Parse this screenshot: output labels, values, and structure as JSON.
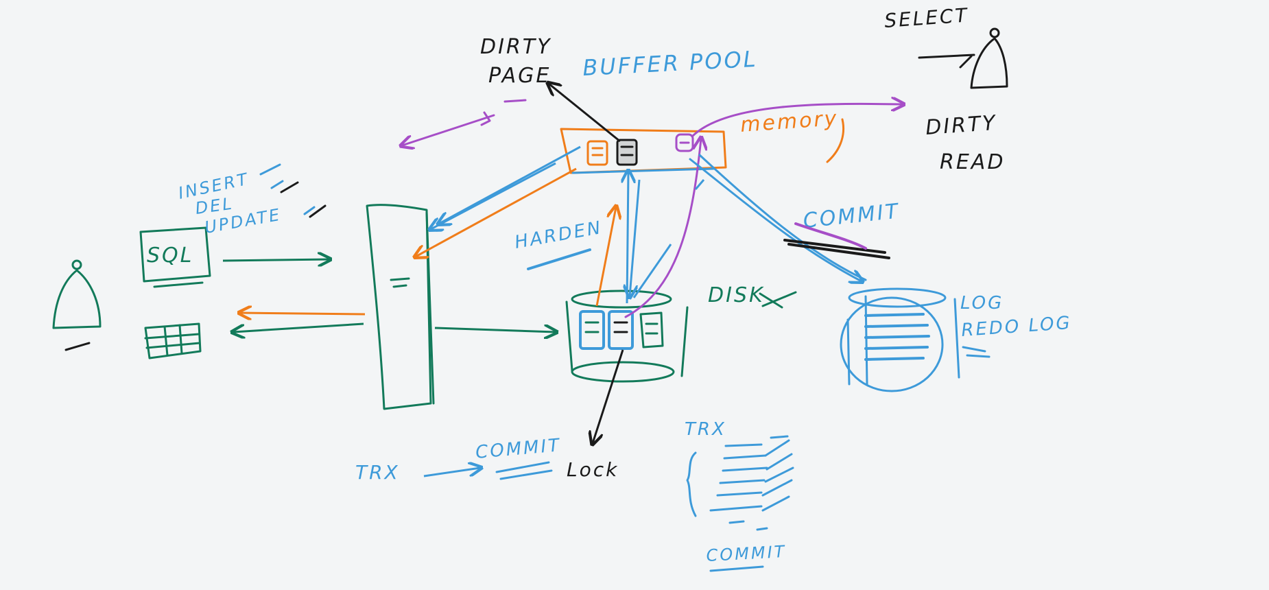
{
  "colors": {
    "background": "#f3f5f6",
    "green": "#127a5a",
    "blue": "#3d9ad9",
    "orange": "#f07d1a",
    "purple": "#a64ec7",
    "black": "#1a1a1a"
  },
  "labels": {
    "dirty_page_line1": "DIRTY",
    "dirty_page_line2": "PAGE",
    "buffer_pool": "BUFFER POOL",
    "memory": "memory",
    "select": "SELECT",
    "dirty_read_line1": "DIRTY",
    "dirty_read_line2": "READ",
    "insert": "INSERT",
    "del": "DEL",
    "update": "UPDATE",
    "sql": "SQL",
    "harden": "HARDEN",
    "disk": "DISK",
    "commit_right": "COMMIT",
    "log": "LOG",
    "redo_log": "REDO LOG",
    "trx_left": "TRX",
    "commit_mid": "COMMIT",
    "lock": "Lock",
    "trx_right": "TRX",
    "commit_bottom": "COMMIT"
  }
}
